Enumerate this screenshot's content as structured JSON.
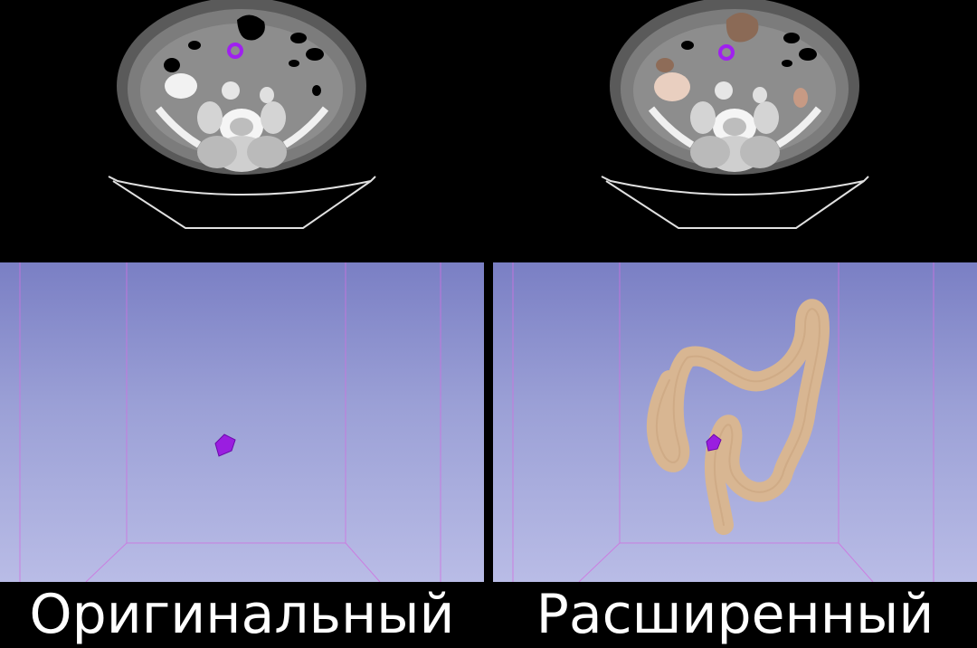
{
  "captions": {
    "original": "Оригинальный",
    "extended": "Расширенный"
  },
  "colors": {
    "tumor": "#a020f0",
    "colon": "#d8b692",
    "background_top": "#7a7fc4",
    "background_bottom": "#b9bce6",
    "box_lines": "#d070e0"
  },
  "panels": {
    "ct_original": "axial-ct-slice",
    "ct_extended": "axial-ct-slice-with-colon-segmentation",
    "view3d_original": "3d-view-tumor-only",
    "view3d_extended": "3d-view-colon-and-tumor"
  }
}
